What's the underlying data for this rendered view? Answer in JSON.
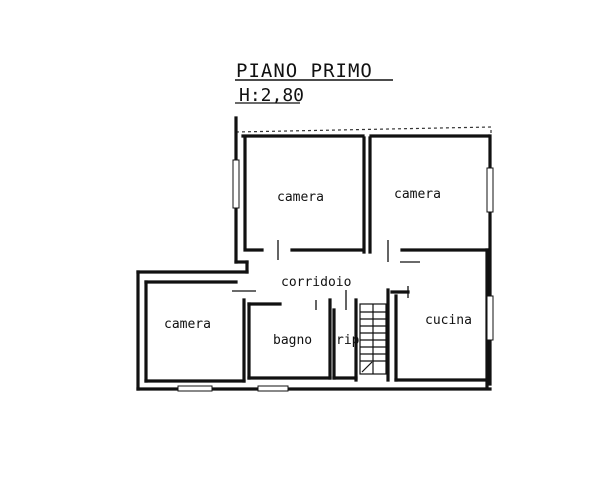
{
  "plan": {
    "title": "PIANO  PRIMO",
    "height": "H:2,80"
  },
  "rooms": {
    "camera_top_left": "camera",
    "camera_top_right": "camera",
    "corridoio": "corridoio",
    "camera_left": "camera",
    "bagno": "bagno",
    "rip": "rip",
    "cucina": "cucina"
  }
}
